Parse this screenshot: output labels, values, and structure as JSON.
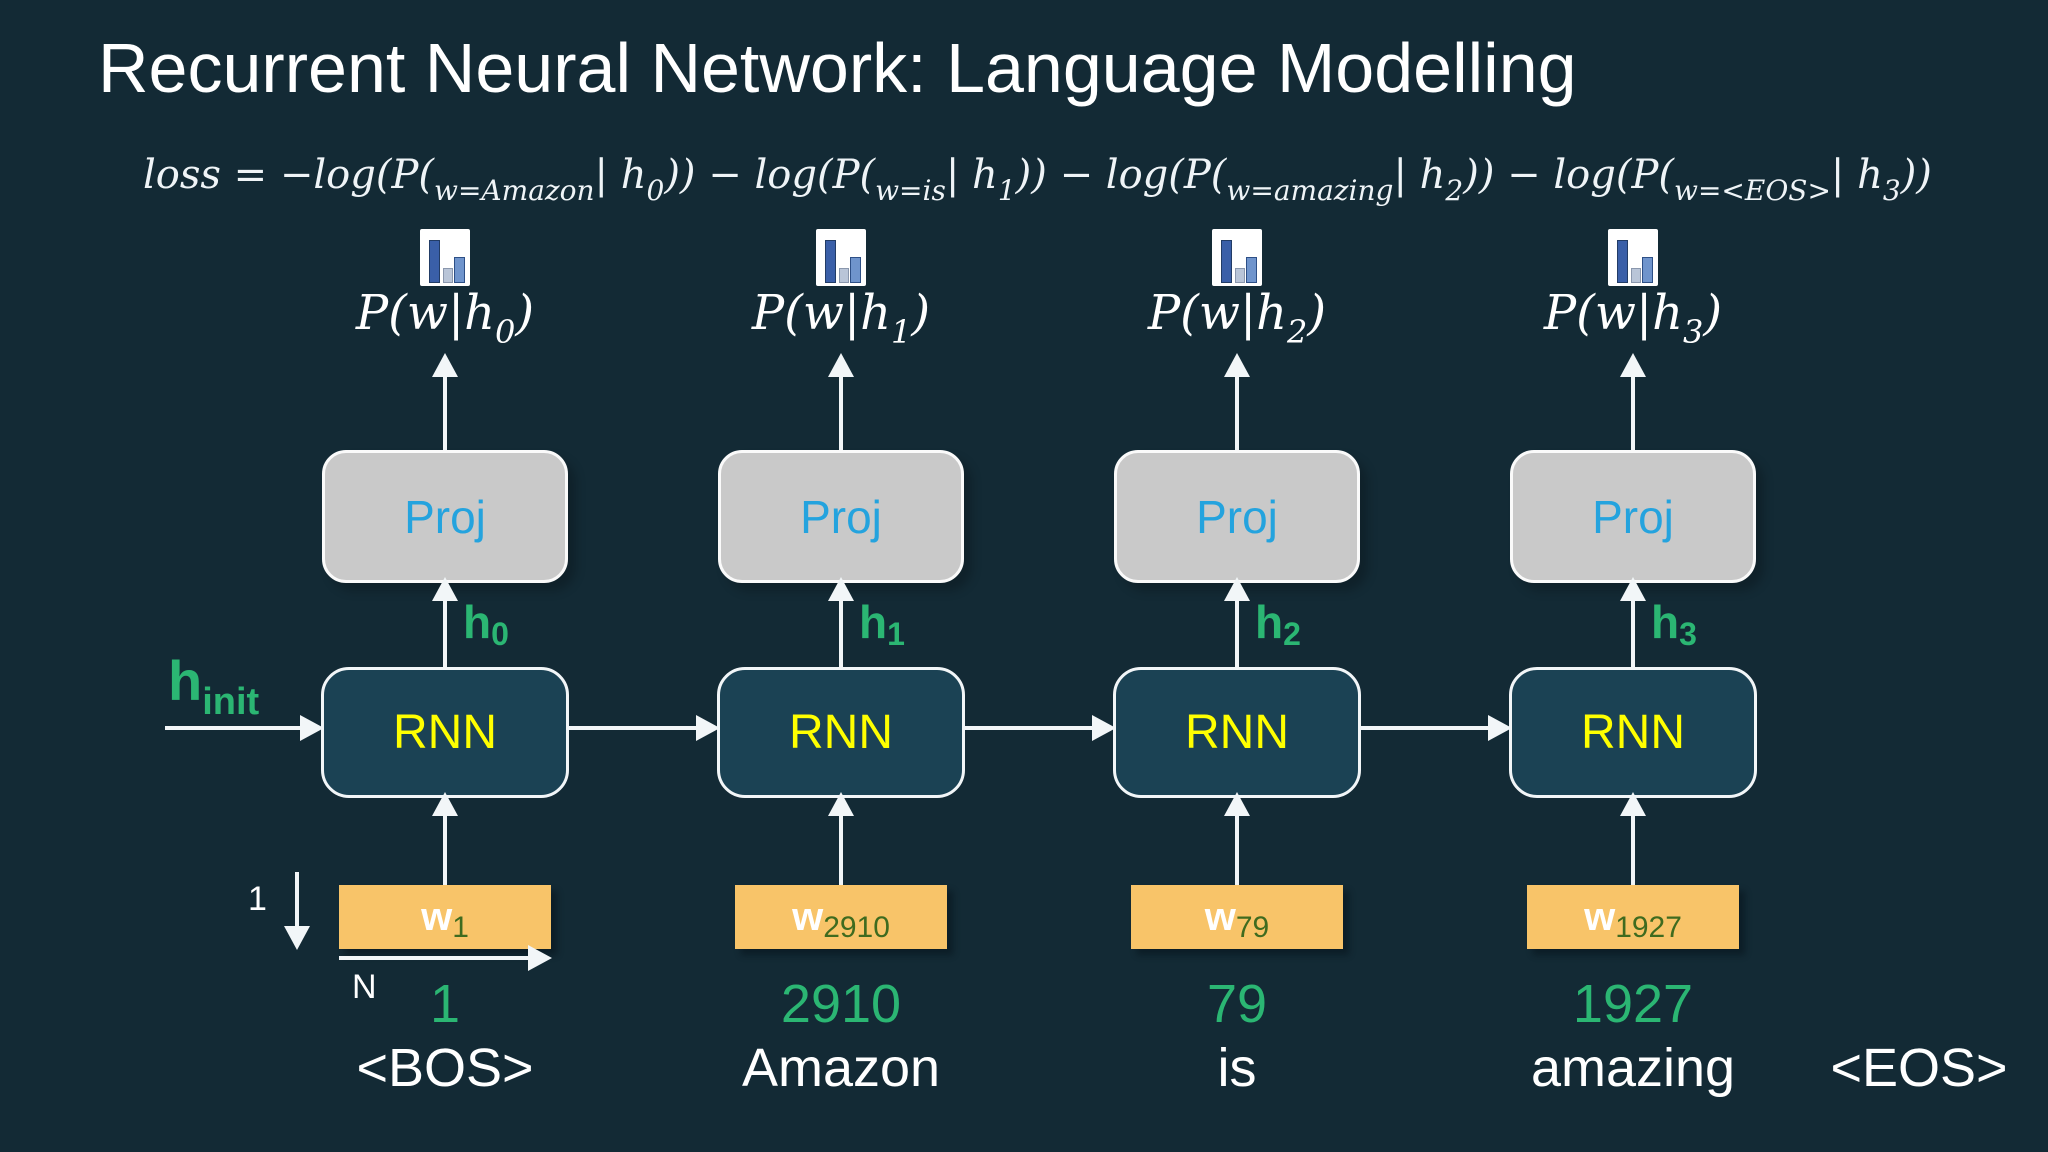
{
  "title": "Recurrent Neural Network: Language Modelling",
  "colors": {
    "background": "#132A35",
    "arrow": "#F2F6F8",
    "green": "#2BB673",
    "proj_fill": "#C9C9C9",
    "proj_text": "#24A3DE",
    "rnn_fill": "#1B4254",
    "rnn_text": "#FFFF00",
    "embed_fill": "#F8C469",
    "embed_sub_text": "#3F6B1F",
    "bar_dark": "#3A5FA8",
    "bar_light": "#B9C5D8",
    "bar_mid": "#6F94CC"
  },
  "formula": {
    "segments": [
      {
        "t": "m",
        "v": "loss  = −log(P("
      },
      {
        "t": "s",
        "v": "w=Amazon"
      },
      {
        "t": "m",
        "v": "| h"
      },
      {
        "t": "s",
        "v": "0"
      },
      {
        "t": "m",
        "v": ")) − log(P("
      },
      {
        "t": "s",
        "v": "w=is"
      },
      {
        "t": "m",
        "v": "| h"
      },
      {
        "t": "s",
        "v": "1"
      },
      {
        "t": "m",
        "v": ")) − log(P("
      },
      {
        "t": "s",
        "v": "w=amazing"
      },
      {
        "t": "m",
        "v": "| h"
      },
      {
        "t": "s",
        "v": "2"
      },
      {
        "t": "m",
        "v": ")) − log(P("
      },
      {
        "t": "s",
        "v": "w=<EOS>"
      },
      {
        "t": "m",
        "v": "| h"
      },
      {
        "t": "s",
        "v": "3"
      },
      {
        "t": "m",
        "v": "))"
      }
    ]
  },
  "columns": [
    {
      "prob_parts": [
        {
          "t": "m",
          "v": "P(w|h"
        },
        {
          "t": "s",
          "v": "0"
        },
        {
          "t": "m",
          "v": ")"
        }
      ],
      "proj_label": "Proj",
      "h_parts": [
        {
          "t": "m",
          "v": "h"
        },
        {
          "t": "s",
          "v": "0"
        }
      ],
      "rnn_label": "RNN",
      "embed_parts": [
        {
          "t": "m",
          "v": "w"
        },
        {
          "t": "s",
          "v": "1"
        }
      ],
      "token_index": "1",
      "token_word": "<BOS>"
    },
    {
      "prob_parts": [
        {
          "t": "m",
          "v": "P(w|h"
        },
        {
          "t": "s",
          "v": "1"
        },
        {
          "t": "m",
          "v": ")"
        }
      ],
      "proj_label": "Proj",
      "h_parts": [
        {
          "t": "m",
          "v": "h"
        },
        {
          "t": "s",
          "v": "1"
        }
      ],
      "rnn_label": "RNN",
      "embed_parts": [
        {
          "t": "m",
          "v": "w"
        },
        {
          "t": "s",
          "v": "2910"
        }
      ],
      "token_index": "2910",
      "token_word": "Amazon"
    },
    {
      "prob_parts": [
        {
          "t": "m",
          "v": "P(w|h"
        },
        {
          "t": "s",
          "v": "2"
        },
        {
          "t": "m",
          "v": ")"
        }
      ],
      "proj_label": "Proj",
      "h_parts": [
        {
          "t": "m",
          "v": "h"
        },
        {
          "t": "s",
          "v": "2"
        }
      ],
      "rnn_label": "RNN",
      "embed_parts": [
        {
          "t": "m",
          "v": "w"
        },
        {
          "t": "s",
          "v": "79"
        }
      ],
      "token_index": "79",
      "token_word": "is"
    },
    {
      "prob_parts": [
        {
          "t": "m",
          "v": "P(w|h"
        },
        {
          "t": "s",
          "v": "3"
        },
        {
          "t": "m",
          "v": ")"
        }
      ],
      "proj_label": "Proj",
      "h_parts": [
        {
          "t": "m",
          "v": "h"
        },
        {
          "t": "s",
          "v": "3"
        }
      ],
      "rnn_label": "RNN",
      "embed_parts": [
        {
          "t": "m",
          "v": "w"
        },
        {
          "t": "s",
          "v": "1927"
        }
      ],
      "token_index": "1927",
      "token_word": "amazing"
    }
  ],
  "h_init": {
    "main": "h",
    "sub": "init"
  },
  "annotations": {
    "one_dim": "1",
    "vocab_dim": "N",
    "eos_word": "<EOS>"
  }
}
